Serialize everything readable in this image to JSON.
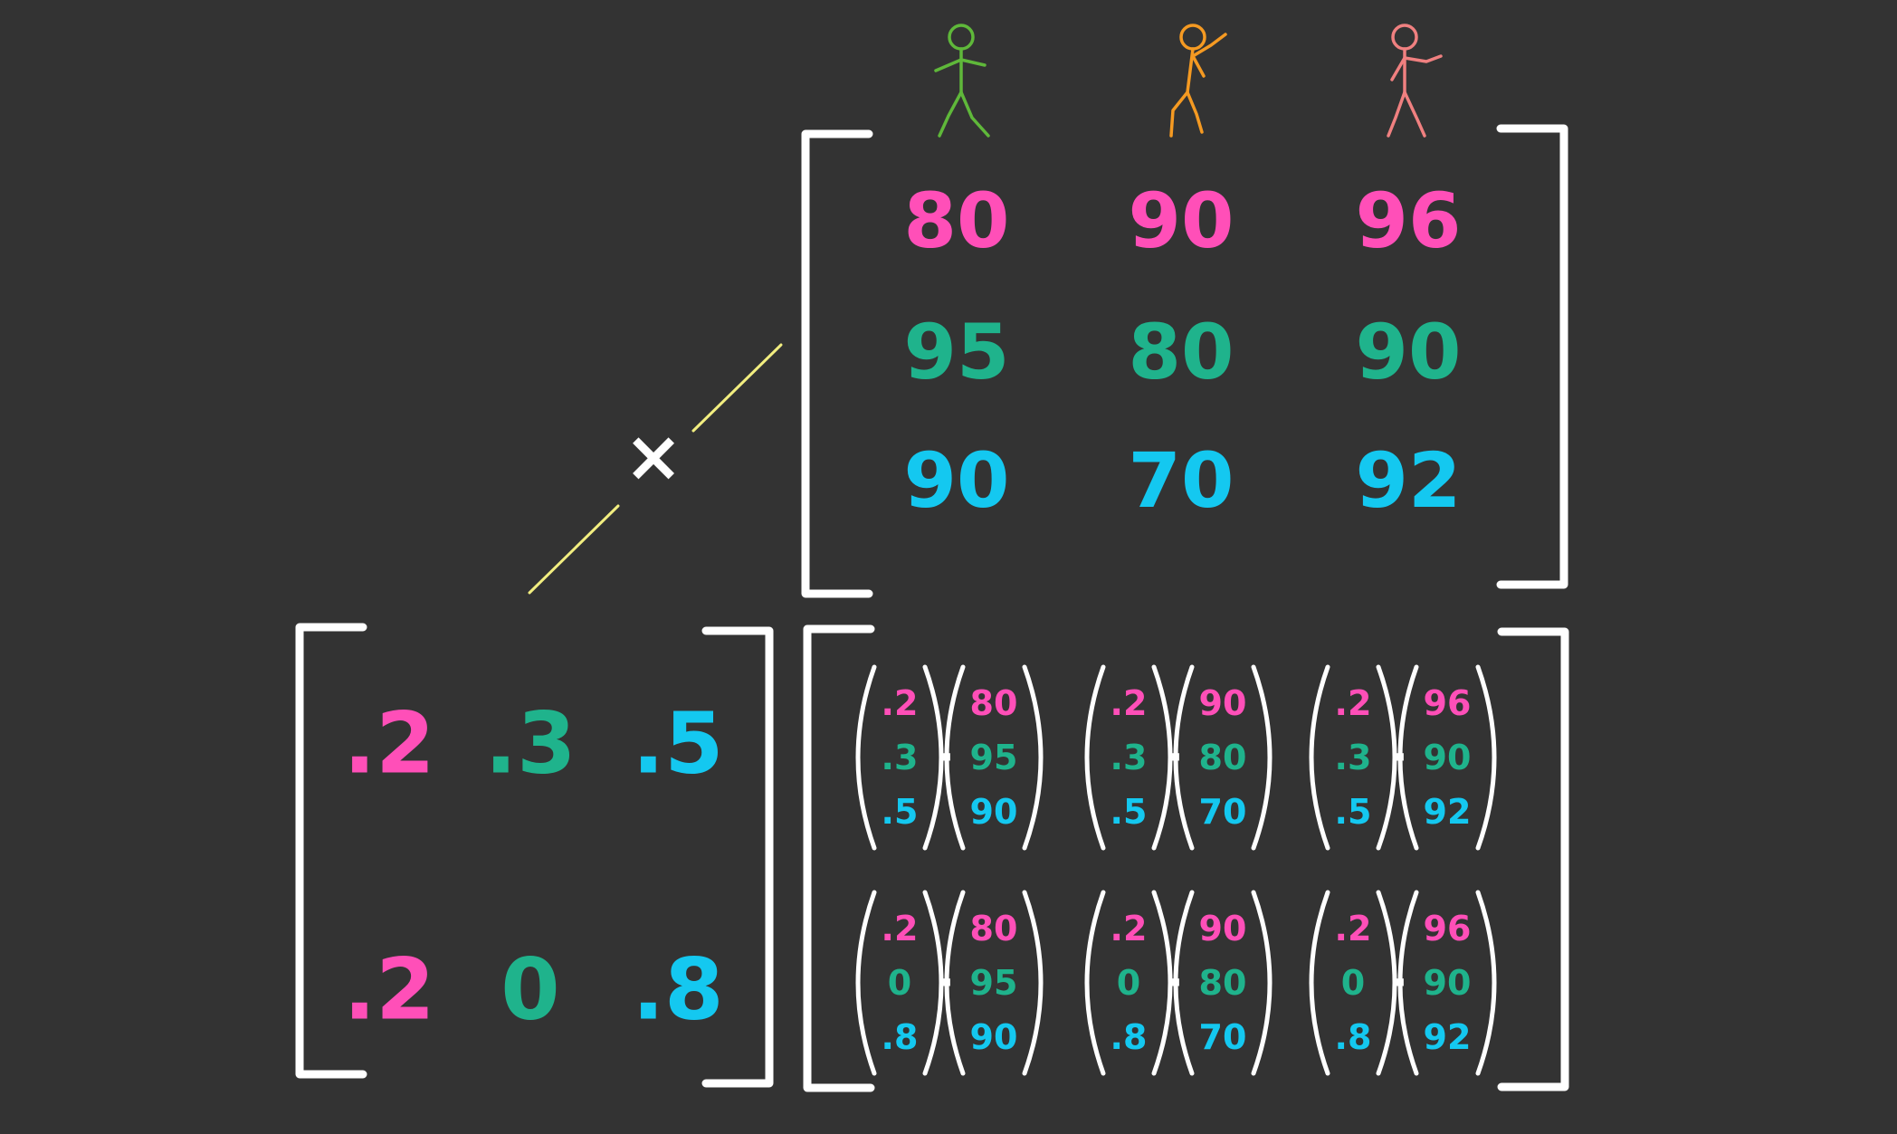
{
  "colors": {
    "background": "#333333",
    "bracket": "#ffffff",
    "pink": "#ff4fb8",
    "green": "#1fb38c",
    "cyan": "#14c8f0",
    "yellow_line": "#f2ee80",
    "figure_green": "#5fb83a",
    "figure_orange": "#f59a22",
    "figure_salmon": "#f08080"
  },
  "multiply_symbol": "×",
  "figures": [
    {
      "name": "green-figure",
      "color_key": "figure_green"
    },
    {
      "name": "orange-figure",
      "color_key": "figure_orange"
    },
    {
      "name": "salmon-figure",
      "color_key": "figure_salmon"
    }
  ],
  "scores_matrix": {
    "rows": [
      {
        "color_key": "pink",
        "values": [
          "80",
          "90",
          "96"
        ]
      },
      {
        "color_key": "green",
        "values": [
          "95",
          "80",
          "90"
        ]
      },
      {
        "color_key": "cyan",
        "values": [
          "90",
          "70",
          "92"
        ]
      }
    ]
  },
  "weights_matrix": {
    "column_colors": [
      "pink",
      "green",
      "cyan"
    ],
    "rows": [
      [
        ".2",
        ".3",
        ".5"
      ],
      [
        ".2",
        "0",
        ".8"
      ]
    ]
  },
  "product_matrix": {
    "cells": [
      [
        {
          "weights": [
            ".2",
            ".3",
            ".5"
          ],
          "scores": [
            "80",
            "95",
            "90"
          ]
        },
        {
          "weights": [
            ".2",
            ".3",
            ".5"
          ],
          "scores": [
            "90",
            "80",
            "70"
          ]
        },
        {
          "weights": [
            ".2",
            ".3",
            ".5"
          ],
          "scores": [
            "96",
            "90",
            "92"
          ]
        }
      ],
      [
        {
          "weights": [
            ".2",
            "0",
            ".8"
          ],
          "scores": [
            "80",
            "95",
            "90"
          ]
        },
        {
          "weights": [
            ".2",
            "0",
            ".8"
          ],
          "scores": [
            "90",
            "80",
            "70"
          ]
        },
        {
          "weights": [
            ".2",
            "0",
            ".8"
          ],
          "scores": [
            "96",
            "90",
            "92"
          ]
        }
      ]
    ],
    "dot_symbol": "·"
  }
}
